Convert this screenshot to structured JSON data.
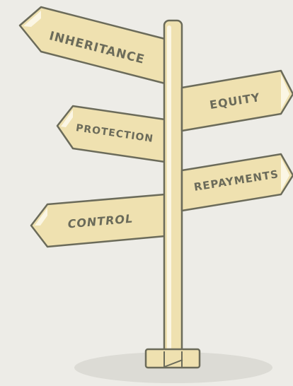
{
  "colors": {
    "background": "#edece7",
    "sign_fill": "#efe1b0",
    "sign_highlight": "#fbf6e4",
    "outline": "#6b6b5a",
    "text": "#6b6b5a",
    "shadow": "#dcdbd5"
  },
  "signs": [
    {
      "id": "inheritance",
      "label": "INHERITANCE"
    },
    {
      "id": "equity",
      "label": "EQUITY"
    },
    {
      "id": "protection",
      "label": "PROTECTION"
    },
    {
      "id": "repayments",
      "label": "REPAYMENTS"
    },
    {
      "id": "control",
      "label": "CONTROL"
    }
  ]
}
